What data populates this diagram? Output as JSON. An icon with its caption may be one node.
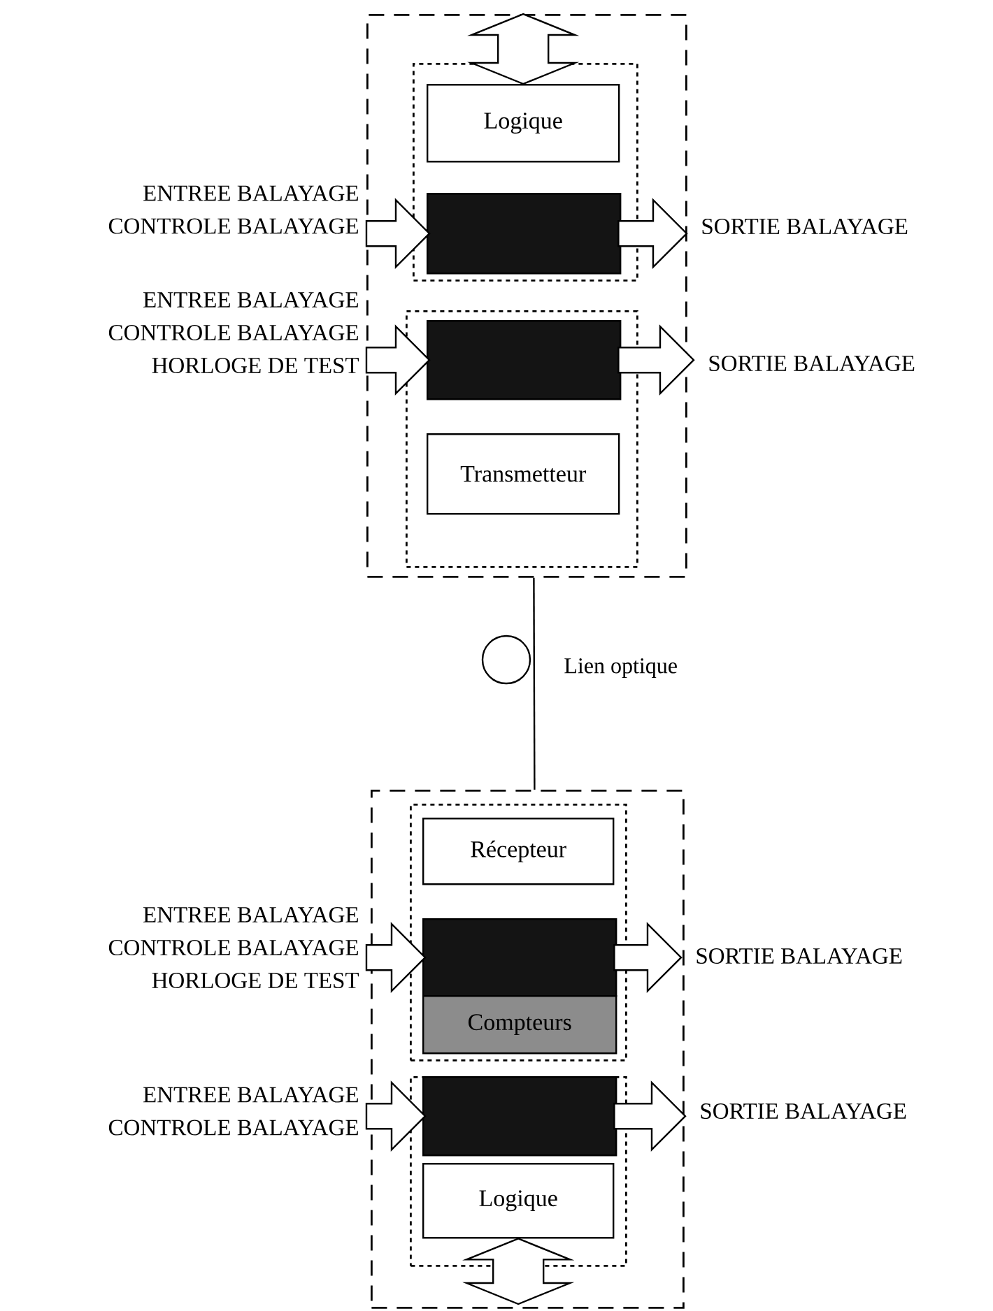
{
  "diagram": {
    "nodes": [
      {
        "text": [],
        "shape": "box"
      },
      {
        "text": [],
        "shape": "box",
        "in": 0
      },
      {
        "text": [
          "Logique"
        ],
        "in": 1
      },
      {
        "text": [],
        "shape": "box",
        "in": 1
      },
      {
        "text": [],
        "shape": "box",
        "in": 0
      },
      {
        "text": [],
        "shape": "box",
        "in": 4
      },
      {
        "text": [
          "Transmetteur"
        ],
        "in": 4
      },
      {
        "text": [
          "ENTREE BALAYAGE",
          "CONTROLE BALAYAGE"
        ]
      },
      {
        "text": [
          "SORTIE BALAYAGE"
        ]
      },
      {
        "text": [
          "ENTREE BALAYAGE",
          "CONTROLE BALAYAGE",
          "HORLOGE DE TEST"
        ]
      },
      {
        "text": [
          "SORTIE BALAYAGE"
        ]
      },
      {
        "text": [],
        "shape": "box"
      },
      {
        "text": [],
        "shape": "box",
        "in": 11
      },
      {
        "text": [
          "Récepteur"
        ],
        "in": 12
      },
      {
        "text": [],
        "shape": "box",
        "in": 12
      },
      {
        "text": [
          "Compteurs"
        ],
        "in": 12
      },
      {
        "text": [],
        "shape": "box",
        "in": 11
      },
      {
        "text": [],
        "shape": "box",
        "in": 16
      },
      {
        "text": [
          "Logique"
        ],
        "in": 16
      },
      {
        "text": [
          "ENTREE BALAYAGE",
          "CONTROLE BALAYAGE",
          "HORLOGE DE TEST"
        ]
      },
      {
        "text": [
          "SORTIE BALAYAGE"
        ]
      },
      {
        "text": [
          "ENTREE BALAYAGE",
          "CONTROLE BALAYAGE"
        ]
      },
      {
        "text": [
          "SORTIE BALAYAGE"
        ]
      }
    ],
    "edges": [
      {
        "from": null,
        "to": 2,
        "arrow": "both"
      },
      {
        "from": 7,
        "to": 3,
        "arrow": "to"
      },
      {
        "from": 3,
        "to": 8,
        "arrow": "to"
      },
      {
        "from": 9,
        "to": 5,
        "arrow": "to"
      },
      {
        "from": 5,
        "to": 10,
        "arrow": "to"
      },
      {
        "from": 0,
        "to": 11,
        "arrow": "none",
        "label": "Lien optique"
      },
      {
        "from": 19,
        "to": 14,
        "arrow": "to"
      },
      {
        "from": 14,
        "to": 20,
        "arrow": "to"
      },
      {
        "from": 21,
        "to": 17,
        "arrow": "to"
      },
      {
        "from": 17,
        "to": 22,
        "arrow": "to"
      },
      {
        "from": 18,
        "to": null,
        "arrow": "both"
      }
    ]
  }
}
